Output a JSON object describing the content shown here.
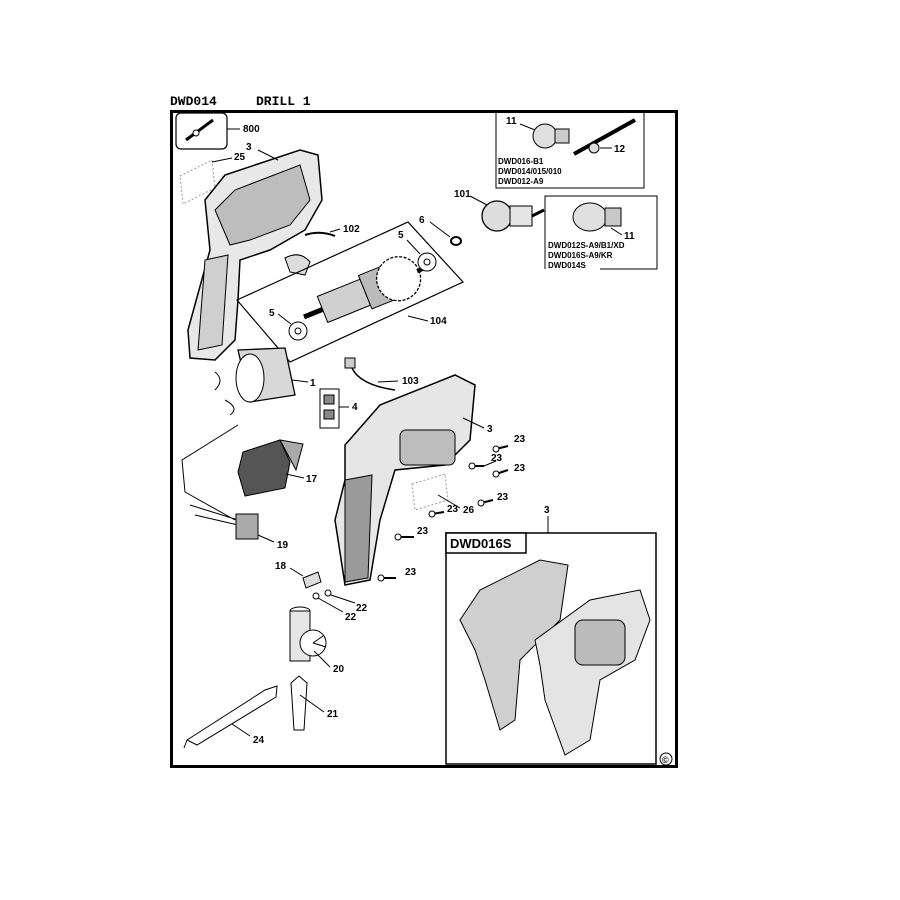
{
  "header": {
    "model": "DWD014",
    "title": "DRILL 1"
  },
  "parts": {
    "p800": "800",
    "p25": "25",
    "p3a": "3",
    "p102": "102",
    "p6": "6",
    "p5a": "5",
    "p5b": "5",
    "p101": "101",
    "p104": "104",
    "p1": "1",
    "p103": "103",
    "p4": "4",
    "p3b": "3",
    "p23a": "23",
    "p23b": "23",
    "p23c": "23",
    "p23d": "23",
    "p23e": "23",
    "p23f": "23",
    "p23g": "23",
    "p26": "26",
    "p17": "17",
    "p19": "19",
    "p18": "18",
    "p22a": "22",
    "p22b": "22",
    "p20": "20",
    "p21": "21",
    "p24": "24",
    "p11a": "11",
    "p12": "12",
    "p11b": "11",
    "p3c": "3"
  },
  "variants": {
    "keyed": [
      "DWD016-B1",
      "DWD014/015/010",
      "DWD012-A9"
    ],
    "keyless": [
      "DWD012S-A9/B1/XD",
      "DWD016S-A9/KR",
      "DWD014S"
    ]
  },
  "inset": {
    "title": "DWD016S"
  },
  "copyright": "©"
}
